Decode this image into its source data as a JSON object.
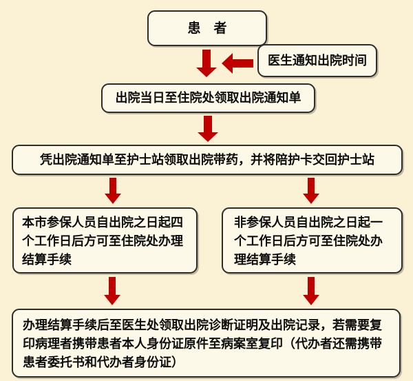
{
  "colors": {
    "background": "#fbf2d5",
    "node_fill": "#fdf9e8",
    "node_border": "#2d2d2d",
    "arrow_red": "#c00000",
    "text": "#0d0d0d"
  },
  "flowchart": {
    "nodes": {
      "patient": {
        "label": "患　者"
      },
      "doctor_notice": {
        "label": "医生通知出院时间"
      },
      "get_notice": {
        "label": "出院当日至住院处领取出院通知单"
      },
      "nurse_station": {
        "label": "凭出院通知单至护士站领取出院带药，并将陪护卡交回护士站"
      },
      "local_insured": {
        "label": "本市参保人员自出院之日起四个工作日后方可至住院处办理结算手续"
      },
      "non_insured": {
        "label": "非参保人员自出院之日起一个工作日后方可至住院处办理结算手续"
      },
      "settlement": {
        "label": "办理结算手续后至医生处领取出院诊断证明及出院记录，若需要复印病理者携带患者本人身份证原件至病案室复印（代办者还需携带患者委托书和代办者身份证）"
      }
    }
  }
}
